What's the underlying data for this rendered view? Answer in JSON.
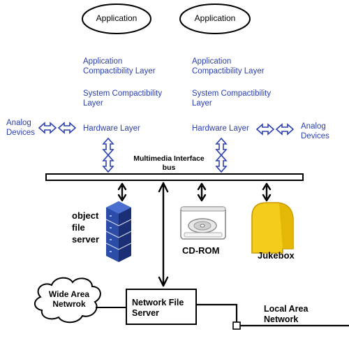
{
  "colors": {
    "layer_text": "#2b3fb0",
    "double_arrow": "#2b3fb0",
    "server_blue": "#27479a",
    "jukebox_yellow": "#f4cc1c",
    "black": "#000000"
  },
  "apps": [
    {
      "label": "Application"
    },
    {
      "label": "Application"
    }
  ],
  "stacks": [
    {
      "app_compat": [
        "Application",
        "Compactibility Layer"
      ],
      "sys_compat": [
        "System Compactibility",
        "Layer"
      ],
      "hardware": "Hardware Layer"
    },
    {
      "app_compat": [
        "Application",
        "Compactibility Layer"
      ],
      "sys_compat": [
        "System Compactibility",
        "Layer"
      ],
      "hardware": "Hardware Layer"
    }
  ],
  "analog_left": [
    "Analog",
    "Devices"
  ],
  "analog_right": [
    "Analog",
    "Devices"
  ],
  "bus_label": [
    "Multimedia Interface",
    "bus"
  ],
  "devices": {
    "object_file_server": [
      "object",
      "file",
      "server"
    ],
    "cdrom": "CD-ROM",
    "jukebox": "Jukebox"
  },
  "network": {
    "wan": [
      "Wide Area",
      "Netwrok"
    ],
    "nfs": [
      "Network File",
      "Server"
    ],
    "lan": [
      "Local Area",
      "Network"
    ]
  },
  "icons": [
    "double-arrow-icon",
    "server-stack-icon",
    "cdrom-drive-icon",
    "jukebox-icon",
    "cloud-icon"
  ]
}
